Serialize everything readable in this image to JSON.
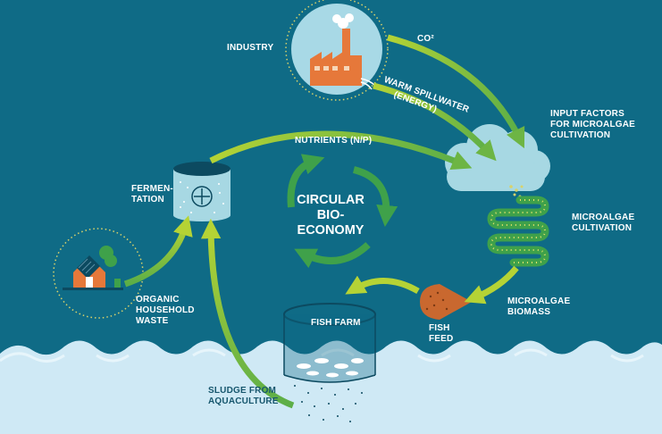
{
  "center": {
    "line1": "CIRCULAR",
    "line2": "BIO-",
    "line3": "ECONOMY"
  },
  "labels": {
    "industry": "INDUSTRY",
    "co2": "CO²",
    "warm_spillwater_1": "WARM SPILLWATER",
    "warm_spillwater_2": "(ENERGY)",
    "input_factors_1": "INPUT FACTORS",
    "input_factors_2": "FOR MICROALGAE",
    "input_factors_3": "CULTIVATION",
    "nutrients": "NUTRIENTS (N/P)",
    "fermentation_1": "FERMEN-",
    "fermentation_2": "TATION",
    "microalgae_cultivation_1": "MICROALGAE",
    "microalgae_cultivation_2": "CULTIVATION",
    "microalgae_biomass_1": "MICROALGAE",
    "microalgae_biomass_2": "BIOMASS",
    "organic_waste_1": "ORGANIC",
    "organic_waste_2": "HOUSEHOLD",
    "organic_waste_3": "WASTE",
    "fish_farm": "FISH FARM",
    "fish_feed_1": "FISH",
    "fish_feed_2": "FEED",
    "sludge_1": "SLUDGE FROM",
    "sludge_2": "AQUACULTURE"
  },
  "colors": {
    "sky": "#0f6b86",
    "sea": "#cfe9f5",
    "arrow_green": "#6db544",
    "arrow_light": "#b5d335",
    "cloud": "#a7d8e3",
    "factory": "#e6783a",
    "feed": "#c9682f"
  }
}
